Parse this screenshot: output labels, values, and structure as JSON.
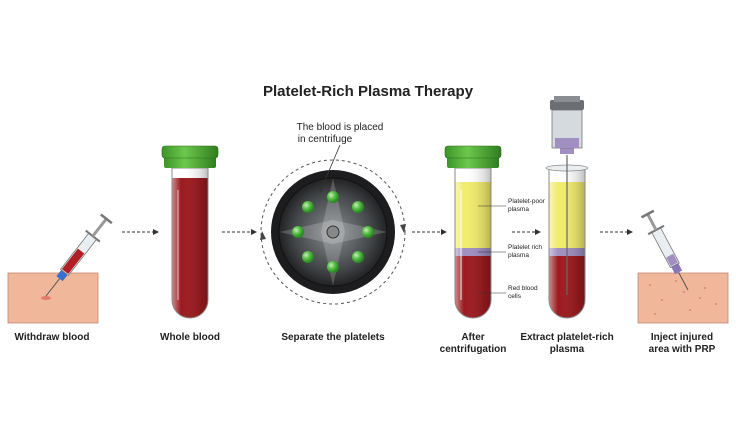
{
  "title": "Platelet-Rich Plasma Therapy",
  "steps": {
    "withdraw": "Withdraw blood",
    "whole": "Whole blood",
    "separate": "Separate the platelets",
    "after_line1": "After",
    "after_line2": "centrifugation",
    "extract_line1": "Extract platelet-rich",
    "extract_line2": "plasma",
    "inject_line1": "Inject injured",
    "inject_line2": "area with PRP"
  },
  "centrifuge_note": {
    "line1": "The blood is placed",
    "line2": "in centrifuge"
  },
  "layers": {
    "poor_line1": "Platelet-poor",
    "poor_line2": "plasma",
    "rich_line1": "Platelet rich",
    "rich_line2": "plasma",
    "red_line1": "Red blood",
    "red_line2": "cells"
  },
  "colors": {
    "blood": "#9b1b1f",
    "plasma": "#f2ec6e",
    "prp": "#a08fc0",
    "cap": "#4fae38",
    "skin": "#f0b79a"
  }
}
